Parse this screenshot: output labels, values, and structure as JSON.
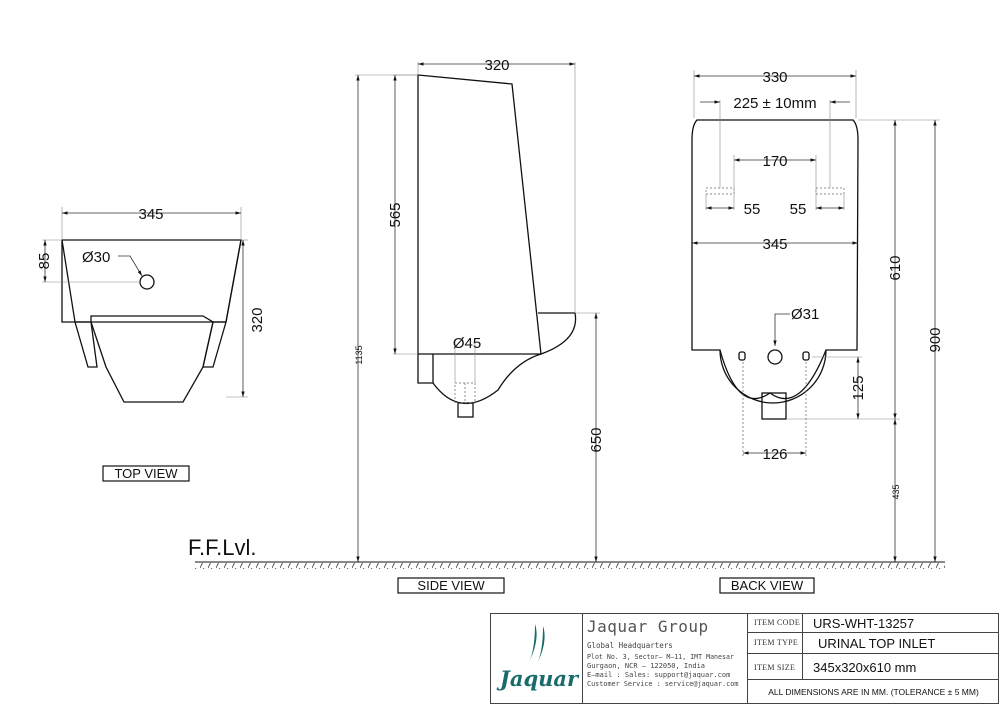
{
  "views": {
    "top_view": {
      "label": "TOP VIEW",
      "dims": {
        "width": "345",
        "depth": "320",
        "hole_offset": "85",
        "hole_dia": "Ø30"
      }
    },
    "side_view": {
      "label": "SIDE VIEW",
      "dims": {
        "depth": "320",
        "height": "565",
        "total_height": "1135",
        "rim_height": "650",
        "outlet_dia": "Ø45"
      }
    },
    "back_view": {
      "label": "BACK VIEW",
      "dims": {
        "top_width": "330",
        "bracket_span": "225 ± 10mm",
        "inner_span": "170",
        "bracket_left": "55",
        "bracket_right": "55",
        "width": "345",
        "height": "610",
        "total_height": "900",
        "inlet_dia": "Ø31",
        "outlet_height": "125",
        "fixing_span": "126",
        "floor_to_outlet": "435"
      }
    }
  },
  "floor": {
    "label": "F.F.Lvl."
  },
  "title_block": {
    "logo_text": "Jaquar",
    "company": "Jaquar Group",
    "hq_label": "Global Headquarters",
    "address_1": "Plot No. 3, Sector– M–11, IMT Manesar",
    "address_2": "Gurgaon, NCR – 122050, India",
    "email": "E–mail : Sales: support@jaquar.com",
    "customer_service": "Customer Service : service@jaquar.com",
    "item_code_label": "ITEM CODE",
    "item_code": "URS-WHT-13257",
    "item_type_label": "ITEM TYPE",
    "item_type": "URINAL TOP INLET",
    "item_size_label": "ITEM SIZE",
    "item_size": "345x320x610 mm",
    "note": "ALL DIMENSIONS ARE IN MM. (TOLERANCE ± 5 MM)"
  },
  "colors": {
    "brand": "#1a6b6b",
    "line": "#111111"
  }
}
